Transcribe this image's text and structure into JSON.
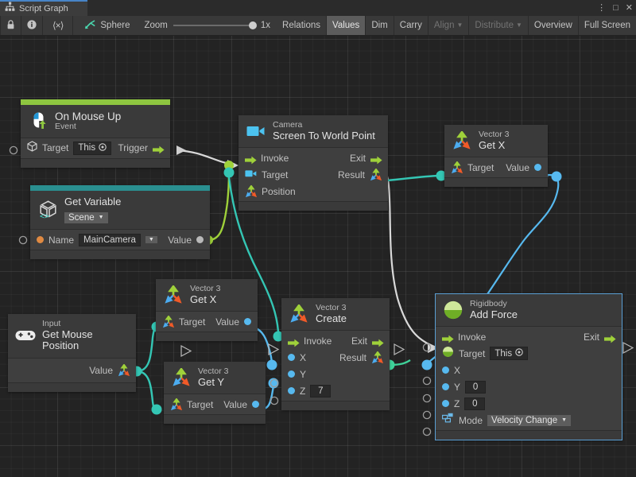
{
  "window": {
    "tab_label": "Script Graph",
    "tab_icon": "graph-icon",
    "buttons": {
      "menu": "⋮",
      "maximize": "□",
      "close": "✕"
    }
  },
  "toolbar": {
    "lock_icon": "lock-icon",
    "info_icon": "info-icon",
    "code_icon": "code-brackets-icon",
    "object_label": "Sphere",
    "object_icon": "script-graph-asset-icon",
    "zoom_label": "Zoom",
    "zoom_value": "1x",
    "buttons": [
      {
        "label": "Relations",
        "state": "normal"
      },
      {
        "label": "Values",
        "state": "active"
      },
      {
        "label": "Dim",
        "state": "normal"
      },
      {
        "label": "Carry",
        "state": "normal"
      },
      {
        "label": "Align",
        "state": "disabled",
        "dropdown": true
      },
      {
        "label": "Distribute",
        "state": "disabled",
        "dropdown": true
      },
      {
        "label": "Overview",
        "state": "normal"
      },
      {
        "label": "Full Screen",
        "state": "normal"
      }
    ]
  },
  "colors": {
    "accent_event": "#8ec640",
    "accent_variable": "#2a8f90",
    "wire_flow": "#d9d9d9",
    "wire_gameobject": "#3fd39a",
    "wire_float": "#57b9ef",
    "wire_green": "#9fd13a",
    "wire_teal": "#34c6b4",
    "node_bg": "#3a3a3a",
    "canvas_bg": "#232323",
    "selection": "#5a9fd4"
  },
  "nodes": [
    {
      "id": "on-mouse-up",
      "type": "Event",
      "title": "On Mouse Up",
      "subtitle": "Event",
      "icon": "on-mouse-up-icon",
      "accent": "#8ec640",
      "rows": [
        {
          "left_label": "Target",
          "left_icon": "gameobject-icon",
          "field": "This",
          "field_icon": "target-picker-icon",
          "right_label": "Trigger",
          "right_icon": "flow-arrow-icon"
        }
      ]
    },
    {
      "id": "get-variable",
      "type": "Variable",
      "title": "Get Variable",
      "subtitle": "Get Variable",
      "scope": "Scene",
      "icon": "unity-variable-icon",
      "accent": "#2a8f90",
      "rows": [
        {
          "left_label": "Name",
          "left_dot": "#e08a42",
          "field": "MainCamera",
          "right_label": "Value",
          "right_dot": "#b9b9b9"
        }
      ]
    },
    {
      "id": "screen-to-world-point",
      "type": "Camera",
      "title": "Screen To World Point",
      "subtitle": "Camera",
      "icon": "camera-icon",
      "accent": null,
      "rows": [
        {
          "left_label": "Invoke",
          "left_icon": "flow-arrow-icon",
          "right_label": "Exit",
          "right_icon": "flow-arrow-icon"
        },
        {
          "left_label": "Target",
          "left_icon": "camera-icon",
          "right_label": "Result",
          "right_icon": "vector3-icon"
        },
        {
          "left_label": "Position",
          "left_icon": "vector3-icon"
        }
      ]
    },
    {
      "id": "vector3-get-x-top",
      "type": "Vector 3",
      "title": "Get X",
      "subtitle": "Vector 3",
      "icon": "vector3-icon",
      "accent": null,
      "rows": [
        {
          "left_label": "Target",
          "left_icon": "vector3-icon",
          "right_label": "Value",
          "right_dot": "#57b9ef"
        }
      ]
    },
    {
      "id": "input-get-mouse-position",
      "type": "Input",
      "title": "Get Mouse Position",
      "subtitle": "Input",
      "icon": "gamepad-icon",
      "accent": null,
      "rows": [
        {
          "right_label": "Value",
          "right_icon": "vector3-icon"
        }
      ]
    },
    {
      "id": "vector3-get-x-mid",
      "type": "Vector 3",
      "title": "Get X",
      "subtitle": "Vector 3",
      "icon": "vector3-icon",
      "accent": null,
      "rows": [
        {
          "left_label": "Target",
          "left_icon": "vector3-icon",
          "right_label": "Value",
          "right_dot": "#57b9ef"
        }
      ]
    },
    {
      "id": "vector3-get-y",
      "type": "Vector 3",
      "title": "Get Y",
      "subtitle": "Vector 3",
      "icon": "vector3-icon",
      "accent": null,
      "rows": [
        {
          "left_label": "Target",
          "left_icon": "vector3-icon",
          "right_label": "Value",
          "right_dot": "#57b9ef"
        }
      ]
    },
    {
      "id": "vector3-create",
      "type": "Vector 3",
      "title": "Create",
      "subtitle": "Vector 3",
      "icon": "vector3-icon",
      "accent": null,
      "rows": [
        {
          "left_label": "Invoke",
          "left_icon": "flow-arrow-icon",
          "right_label": "Exit",
          "right_icon": "flow-arrow-icon"
        },
        {
          "left_label": "X",
          "left_dot": "#57b9ef",
          "right_label": "Result",
          "right_icon": "vector3-icon"
        },
        {
          "left_label": "Y",
          "left_dot": "#57b9ef"
        },
        {
          "left_label": "Z",
          "left_dot": "#57b9ef",
          "field": "7"
        }
      ]
    },
    {
      "id": "rigidbody-add-force",
      "type": "Rigidbody",
      "title": "Add Force",
      "subtitle": "Rigidbody",
      "icon": "rigidbody-icon",
      "accent": null,
      "selected": true,
      "rows": [
        {
          "left_label": "Invoke",
          "left_icon": "flow-arrow-icon",
          "right_label": "Exit",
          "right_icon": "flow-arrow-icon"
        },
        {
          "left_label": "Target",
          "left_icon": "rigidbody-icon",
          "field": "This",
          "field_icon": "target-picker-icon"
        },
        {
          "left_label": "X",
          "left_dot": "#57b9ef"
        },
        {
          "left_label": "Y",
          "left_dot": "#57b9ef",
          "field": "0"
        },
        {
          "left_label": "Z",
          "left_dot": "#57b9ef",
          "field": "0"
        },
        {
          "left_label": "Mode",
          "left_icon": "enum-icon",
          "dropdown": "Velocity Change"
        }
      ]
    }
  ]
}
